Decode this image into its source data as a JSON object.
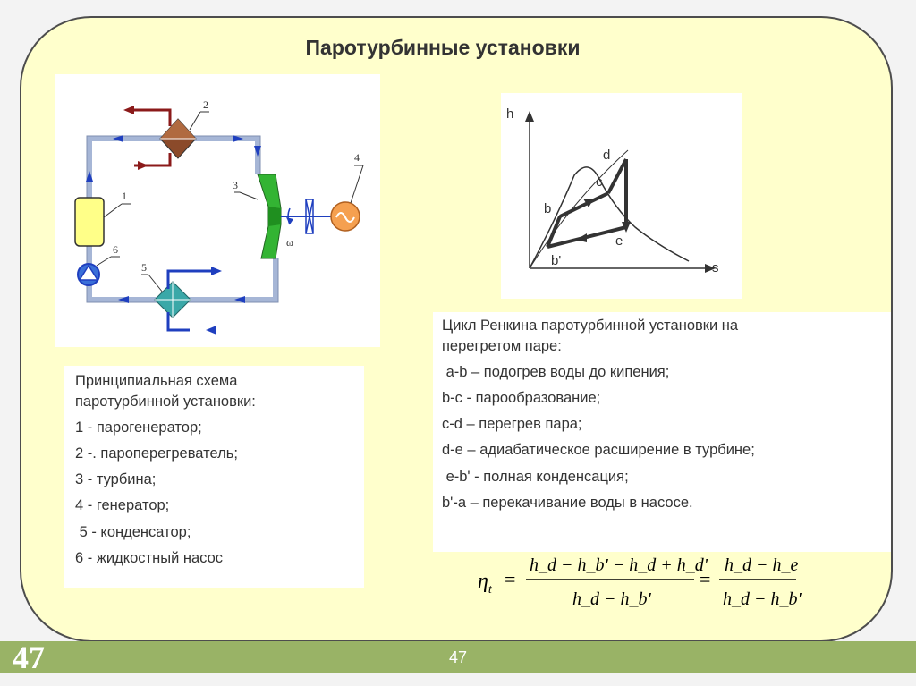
{
  "title": "Паротурбинные установки",
  "schematic": {
    "labels": [
      "1",
      "2",
      "3",
      "4",
      "5",
      "6"
    ],
    "omega": "ω"
  },
  "legend": {
    "heading": [
      "Принципиальная схема",
      "паротурбинной установки:"
    ],
    "items": [
      "1 - парогенератор;",
      "2 -. пароперегреватель;",
      "3 - турбина;",
      "4 - генератор;",
      " 5 - конденсатор;",
      "6 - жидкостный насос"
    ]
  },
  "hs_diagram": {
    "axis_h": "h",
    "axis_s": "s",
    "points": [
      "b'",
      "b",
      "c",
      "d",
      "e"
    ]
  },
  "cycle": {
    "heading": [
      "Цикл Ренкина паротурбинной установки на",
      "перегретом паре:"
    ],
    "steps": [
      " a-b – подогрев воды до кипения;",
      "b-c - парообразование;",
      "c-d – перегрев пара;",
      "d-e – адиабатическое расширение в турбине;",
      " e-b' - полная конденсация;",
      "b'-a – перекачивание воды в насосе."
    ]
  },
  "formula": {
    "eta": "η",
    "eta_sub": "t",
    "eq": "=",
    "num1": "h_d − h_b' − h_d + h_d'",
    "den1": "h_d − h_b'",
    "num2": "h_d − h_e",
    "den2": "h_d − h_b'"
  },
  "footer": {
    "left_number": "47",
    "center_number": "47"
  },
  "colors": {
    "background": "#ffffcc",
    "footer": "#99b366",
    "pipe": "#a6b6d6",
    "arrow_blue": "#1f3fbf",
    "arrow_red": "#8b1a1a",
    "generator_yellow": "#ffff88",
    "turbine_green": "#33b433",
    "generator_orange": "#f5a050"
  }
}
